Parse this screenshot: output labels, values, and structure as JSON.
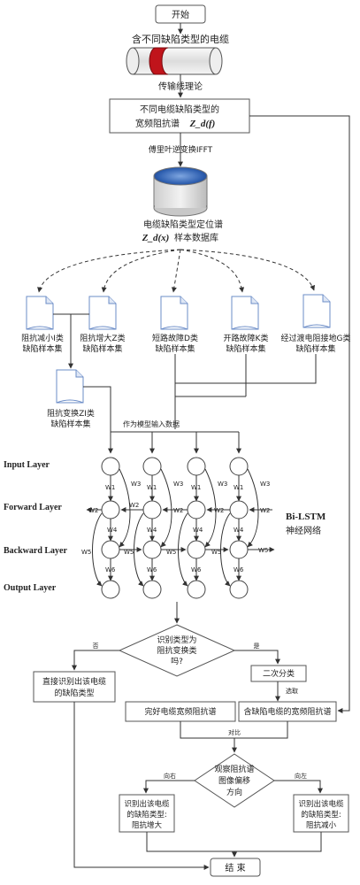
{
  "start_label": "开始",
  "cable_title": "含不同缺陷类型的电缆",
  "theory_label": "传输线理论",
  "spectrum_box_line1": "不同电缆缺陷类型的",
  "spectrum_box_line2": "宽频阻抗谱",
  "spectrum_symbol": "Z_d(f)",
  "ifft_label": "傅里叶逆变换IFFT",
  "db_line1": "电缆缺陷类型定位谱",
  "db_symbol": "Z_d(x)",
  "db_line2_suffix": "样本数据库",
  "docs": [
    {
      "l1": "阻抗减小I类",
      "l2": "缺陷样本集"
    },
    {
      "l1": "阻抗增大Z类",
      "l2": "缺陷样本集"
    },
    {
      "l1": "短路故障D类",
      "l2": "缺陷样本集"
    },
    {
      "l1": "开路故障K类",
      "l2": "缺陷样本集"
    },
    {
      "l1": "经过渡电阻接地G类",
      "l2": "缺陷样本集"
    },
    {
      "l1": "阻抗变换ZI类",
      "l2": "缺陷样本集"
    }
  ],
  "model_input_label": "作为模型输入数据",
  "layers": {
    "input": "Input Layer",
    "forward": "Forward Layer",
    "backward": "Backward Layer",
    "output": "Output Layer"
  },
  "weights": {
    "w1": "W1",
    "w2": "W2",
    "w3": "W3",
    "w4": "W4",
    "w5": "W5",
    "w6": "W6"
  },
  "bilstm_line1": "Bi-LSTM",
  "bilstm_line2": "神经网络",
  "decision1": {
    "l1": "识别类型为",
    "l2": "阻抗变换类",
    "l3": "吗?"
  },
  "no_label": "否",
  "yes_label": "是",
  "direct_box": {
    "l1": "直接识别出该电缆",
    "l2": "的缺陷类型"
  },
  "secondary_box": "二次分类",
  "select_label": "选取",
  "healthy_box": "完好电缆宽频阻抗谱",
  "defect_box": "含缺陷电缆的宽频阻抗谱",
  "compare_label": "对比",
  "decision2": {
    "l1": "观察阻抗谱",
    "l2": "图像偏移",
    "l3": "方向"
  },
  "right_label": "向右",
  "left_label": "向左",
  "result_increase": {
    "l1": "识别出该电缆",
    "l2": "的缺陷类型:",
    "l3": "阻抗增大"
  },
  "result_decrease": {
    "l1": "识别出该电缆",
    "l2": "的缺陷类型:",
    "l3": "阻抗减小"
  },
  "end_label": "结 束"
}
